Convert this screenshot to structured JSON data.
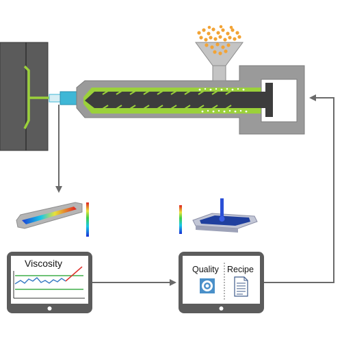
{
  "tablet_left": {
    "label": "Viscosity"
  },
  "tablet_right": {
    "quality_label": "Quality",
    "recipe_label": "Recipe"
  },
  "colors": {
    "mold_dark": "#5b5b5b",
    "barrel_gray": "#8f8f8f",
    "screw_dark": "#3d3d3d",
    "melt_green": "#9bd13a",
    "nozzle_cyan": "#3fb7d6",
    "pellet_orange": "#f2a335",
    "arrow_gray": "#6a6a6a",
    "tablet_frame": "#5c5c5c",
    "viscosity_line_blue": "#3b7dc4",
    "viscosity_line_red": "#e0302b",
    "viscosity_limit_green": "#3fae49",
    "quality_icon_blue": "#4a90c9"
  }
}
